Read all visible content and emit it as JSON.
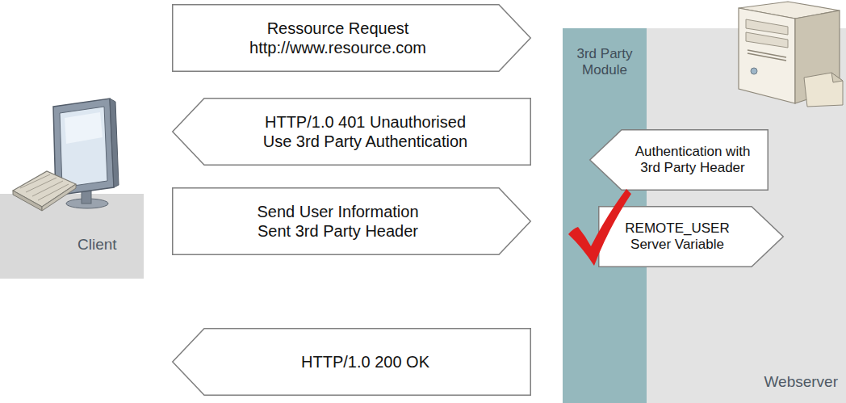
{
  "diagram": {
    "nodes": [
      {
        "text": [
          "Client"
        ]
      },
      {
        "text": [
          "Ressource Request",
          "http://www.resource.com"
        ]
      },
      {
        "text": [
          "HTTP/1.0 401 Unauthorised",
          "Use 3rd Party Authentication"
        ]
      },
      {
        "text": [
          "Send User Information",
          "Sent 3rd Party Header"
        ]
      },
      {
        "text": [
          "HTTP/1.0 200 OK"
        ]
      },
      {
        "text": [
          "Webserver"
        ]
      },
      {
        "text": [
          "3rd Party Module"
        ],
        "in": 5
      },
      {
        "text": [
          "Authentication with 3rd Party Header"
        ],
        "in": 5
      },
      {
        "text": [
          "REMOTE_USER Server Variable"
        ],
        "in": 5
      }
    ]
  }
}
